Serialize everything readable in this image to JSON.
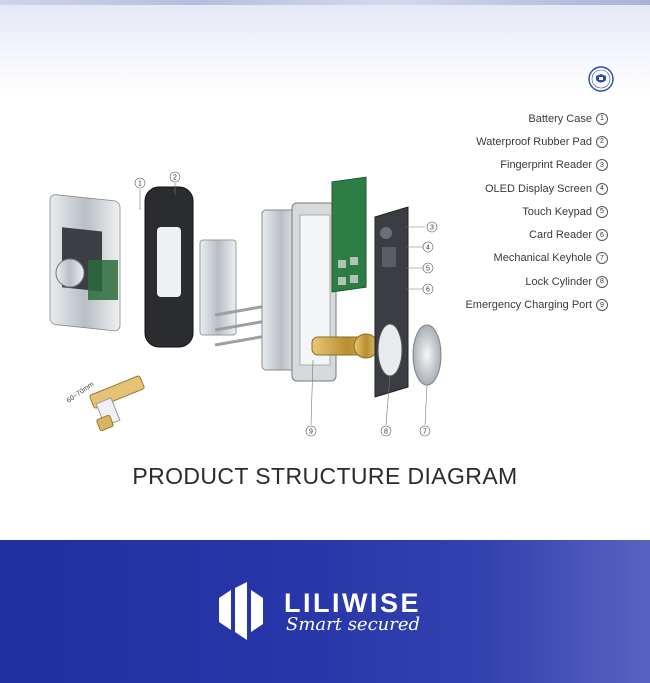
{
  "callouts": [
    {
      "label": "Battery Case",
      "num": "1"
    },
    {
      "label": "Waterproof Rubber Pad",
      "num": "2"
    },
    {
      "label": "Fingerprint Reader",
      "num": "3"
    },
    {
      "label": "OLED Display Screen",
      "num": "4"
    },
    {
      "label": "Touch Keypad",
      "num": "5"
    },
    {
      "label": "Card Reader",
      "num": "6"
    },
    {
      "label": "Mechanical Keyhole",
      "num": "7"
    },
    {
      "label": "Lock Cylinder",
      "num": "8"
    },
    {
      "label": "Emergency Charging Port",
      "num": "9"
    }
  ],
  "diagram_markers": {
    "m1": "1",
    "m2": "2",
    "m3": "3",
    "m4": "4",
    "m5": "5",
    "m6": "6",
    "m7": "7",
    "m8": "8",
    "m9": "9"
  },
  "bolt_label": "60~70mm",
  "title": "PRODUCT STRUCTURE DIAGRAM",
  "footer": {
    "brand": "LILIWISE",
    "tagline": "Smart secured"
  },
  "colors": {
    "footer_blue": "#2736a8",
    "text": "#3a3a3a",
    "brass": "#c9a24a"
  }
}
